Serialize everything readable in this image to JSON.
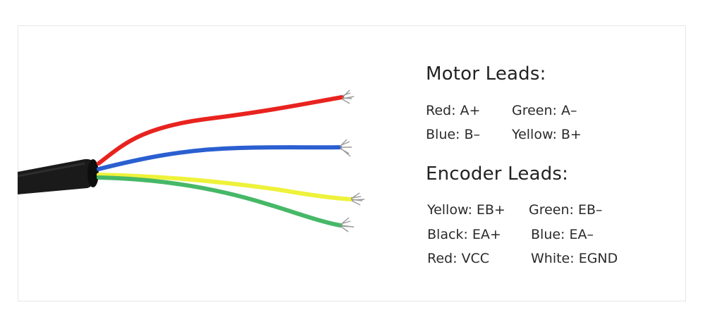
{
  "motor": {
    "title": "Motor Leads:",
    "items": [
      "Red: A+",
      "Green: A–",
      "Blue: B–",
      "Yellow: B+"
    ]
  },
  "encoder": {
    "title": "Encoder Leads:",
    "items": [
      "Yellow: EB+",
      "Green: EB–",
      "Black: EA+",
      "Blue: EA–",
      "Red: VCC",
      "White: EGND"
    ]
  },
  "colors": {
    "red": "#e8231f",
    "blue": "#2a5fd0",
    "yellow": "#eef23a",
    "green": "#46b867",
    "cable": "#1a1a1a",
    "strand": "#9a9a9a"
  }
}
